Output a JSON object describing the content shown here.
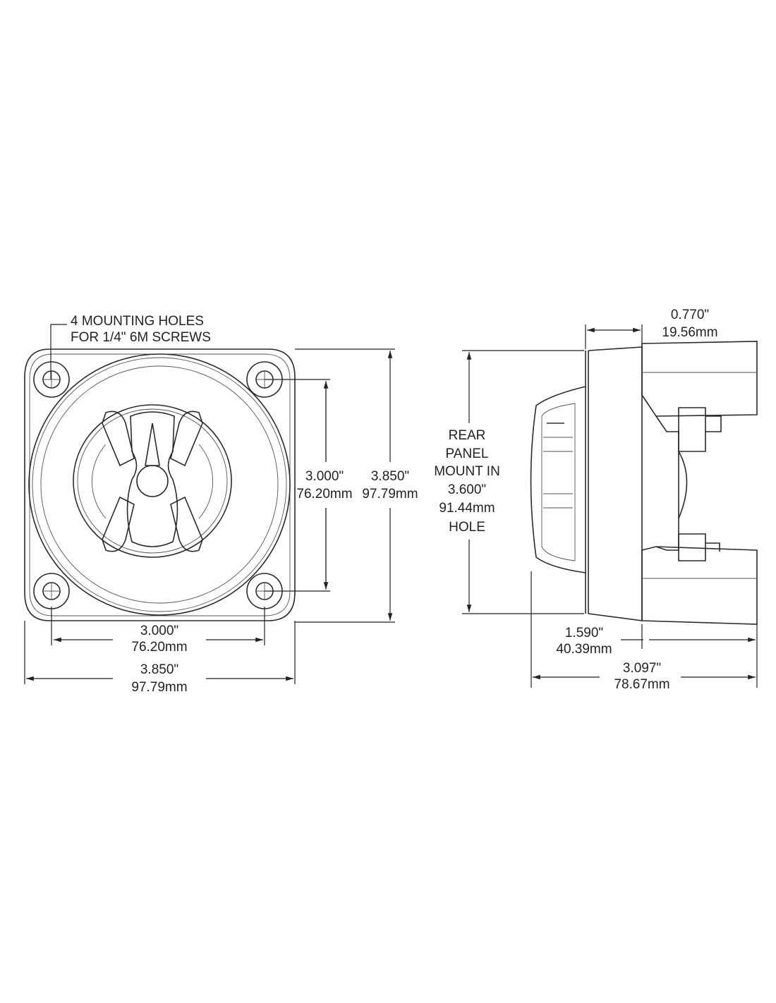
{
  "front_view": {
    "callout_line1": "4 MOUNTING HOLES",
    "callout_line2": "FOR 1/4\" 6M SCREWS",
    "hole_spacing_vertical": {
      "inch": "3.000\"",
      "mm": "76.20mm"
    },
    "overall_height": {
      "inch": "3.850\"",
      "mm": "97.79mm"
    },
    "hole_spacing_horizontal": {
      "inch": "3.000\"",
      "mm": "76.20mm"
    },
    "overall_width": {
      "inch": "3.850\"",
      "mm": "97.79mm"
    }
  },
  "side_view": {
    "panel_note": [
      "REAR",
      "PANEL",
      "MOUNT IN",
      "3.600\"",
      "91.44mm",
      "HOLE"
    ],
    "flange_depth": {
      "inch": "0.770\"",
      "mm": "19.56mm"
    },
    "rear_depth": {
      "inch": "1.590\"",
      "mm": "40.39mm"
    },
    "overall_depth": {
      "inch": "3.097\"",
      "mm": "78.67mm"
    }
  }
}
